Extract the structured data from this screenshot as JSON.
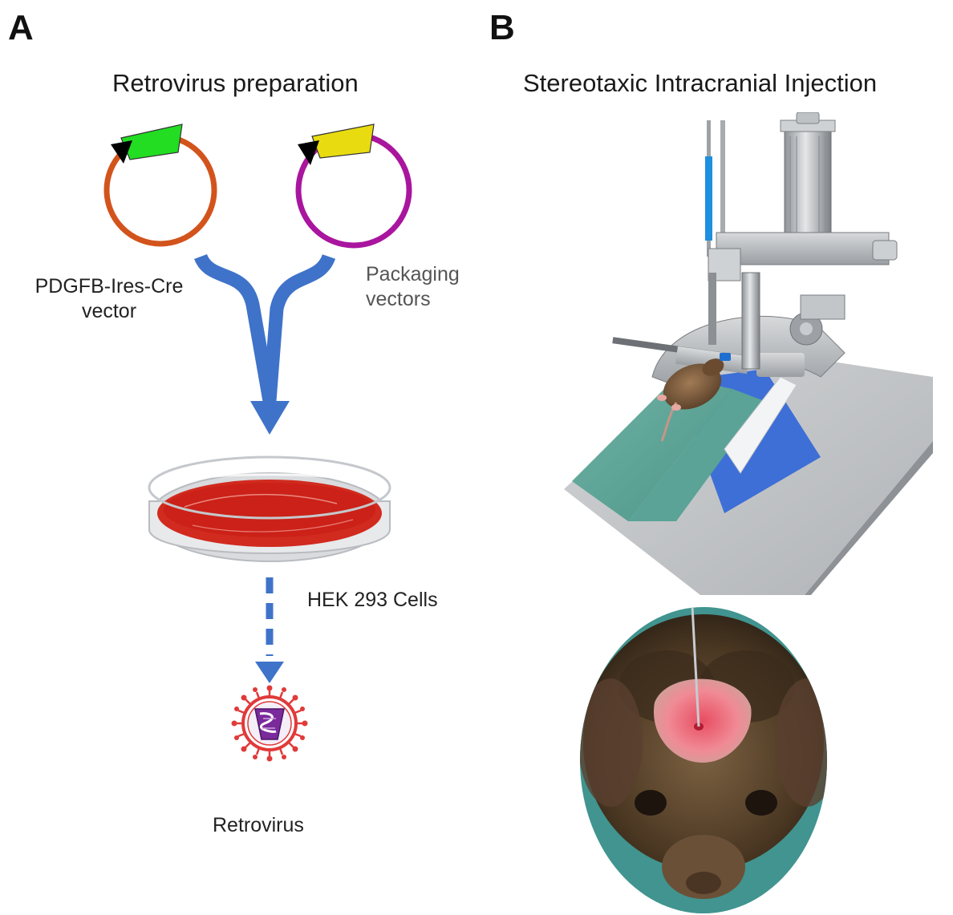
{
  "panel_a": {
    "letter": "A",
    "title": "Retrovirus preparation",
    "vector_left": {
      "line1": "PDGFB-Ires-Cre",
      "line2": "vector",
      "insert_color": "#22dd22",
      "ring_color": "#d2541c"
    },
    "vector_right": {
      "line1": "Packaging",
      "line2": "vectors",
      "insert_color": "#e8dc10",
      "ring_color": "#a9159e"
    },
    "dish_label": "HEK 293 Cells",
    "virus_label": "Retrovirus",
    "arrow_color": "#3f73c9"
  },
  "panel_b": {
    "letter": "B",
    "title": "Stereotaxic Intracranial Injection"
  }
}
